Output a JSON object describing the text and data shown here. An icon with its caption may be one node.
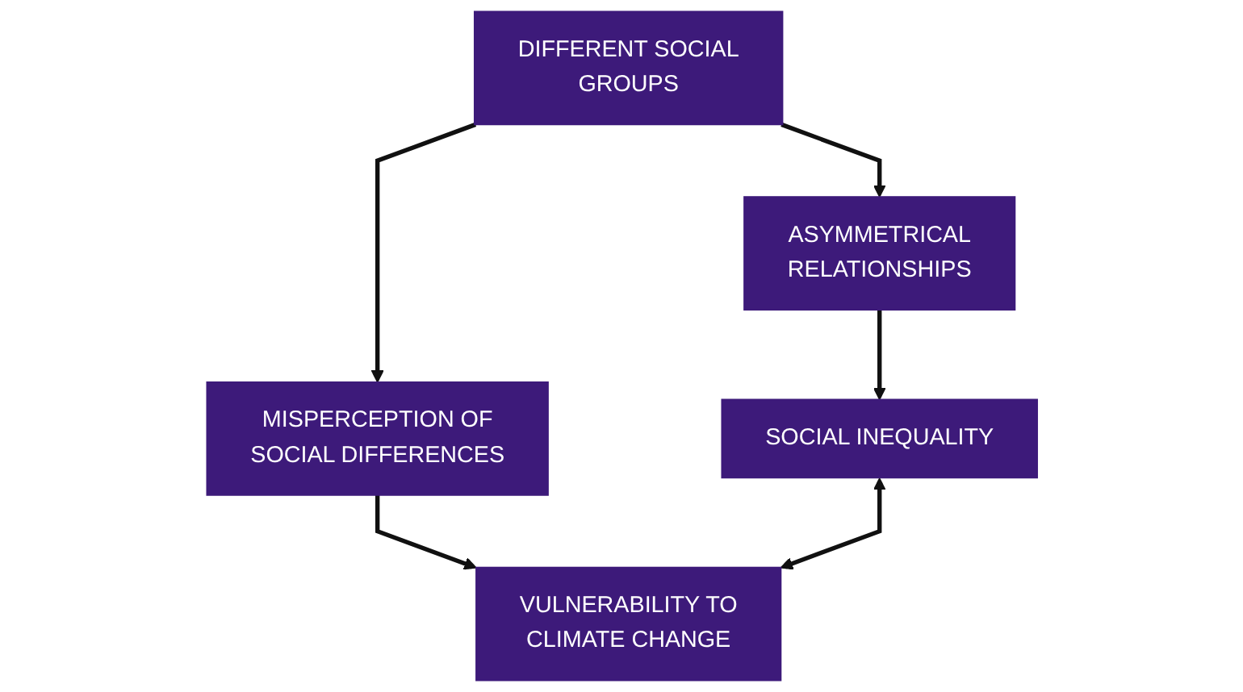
{
  "diagram": {
    "nodes": [
      {
        "text": [
          "DIFFERENT SOCIAL GROUPS"
        ]
      },
      {
        "text": [
          "ASYMMETRICAL RELATIONSHIPS"
        ]
      },
      {
        "text": [
          "MISPERCEPTION OF SOCIAL DIFFERENCES"
        ]
      },
      {
        "text": [
          "SOCIAL INEQUALITY"
        ]
      },
      {
        "text": [
          "VULNERABILITY TO CLIMATE CHANGE"
        ]
      }
    ],
    "edges": [
      {
        "from": 0,
        "to": 1,
        "arrow": "to"
      },
      {
        "from": 0,
        "to": 2,
        "arrow": "to"
      },
      {
        "from": 1,
        "to": 3,
        "arrow": "to"
      },
      {
        "from": 2,
        "to": 4,
        "arrow": "to"
      },
      {
        "from": 3,
        "to": 4,
        "arrow": "both"
      }
    ]
  }
}
